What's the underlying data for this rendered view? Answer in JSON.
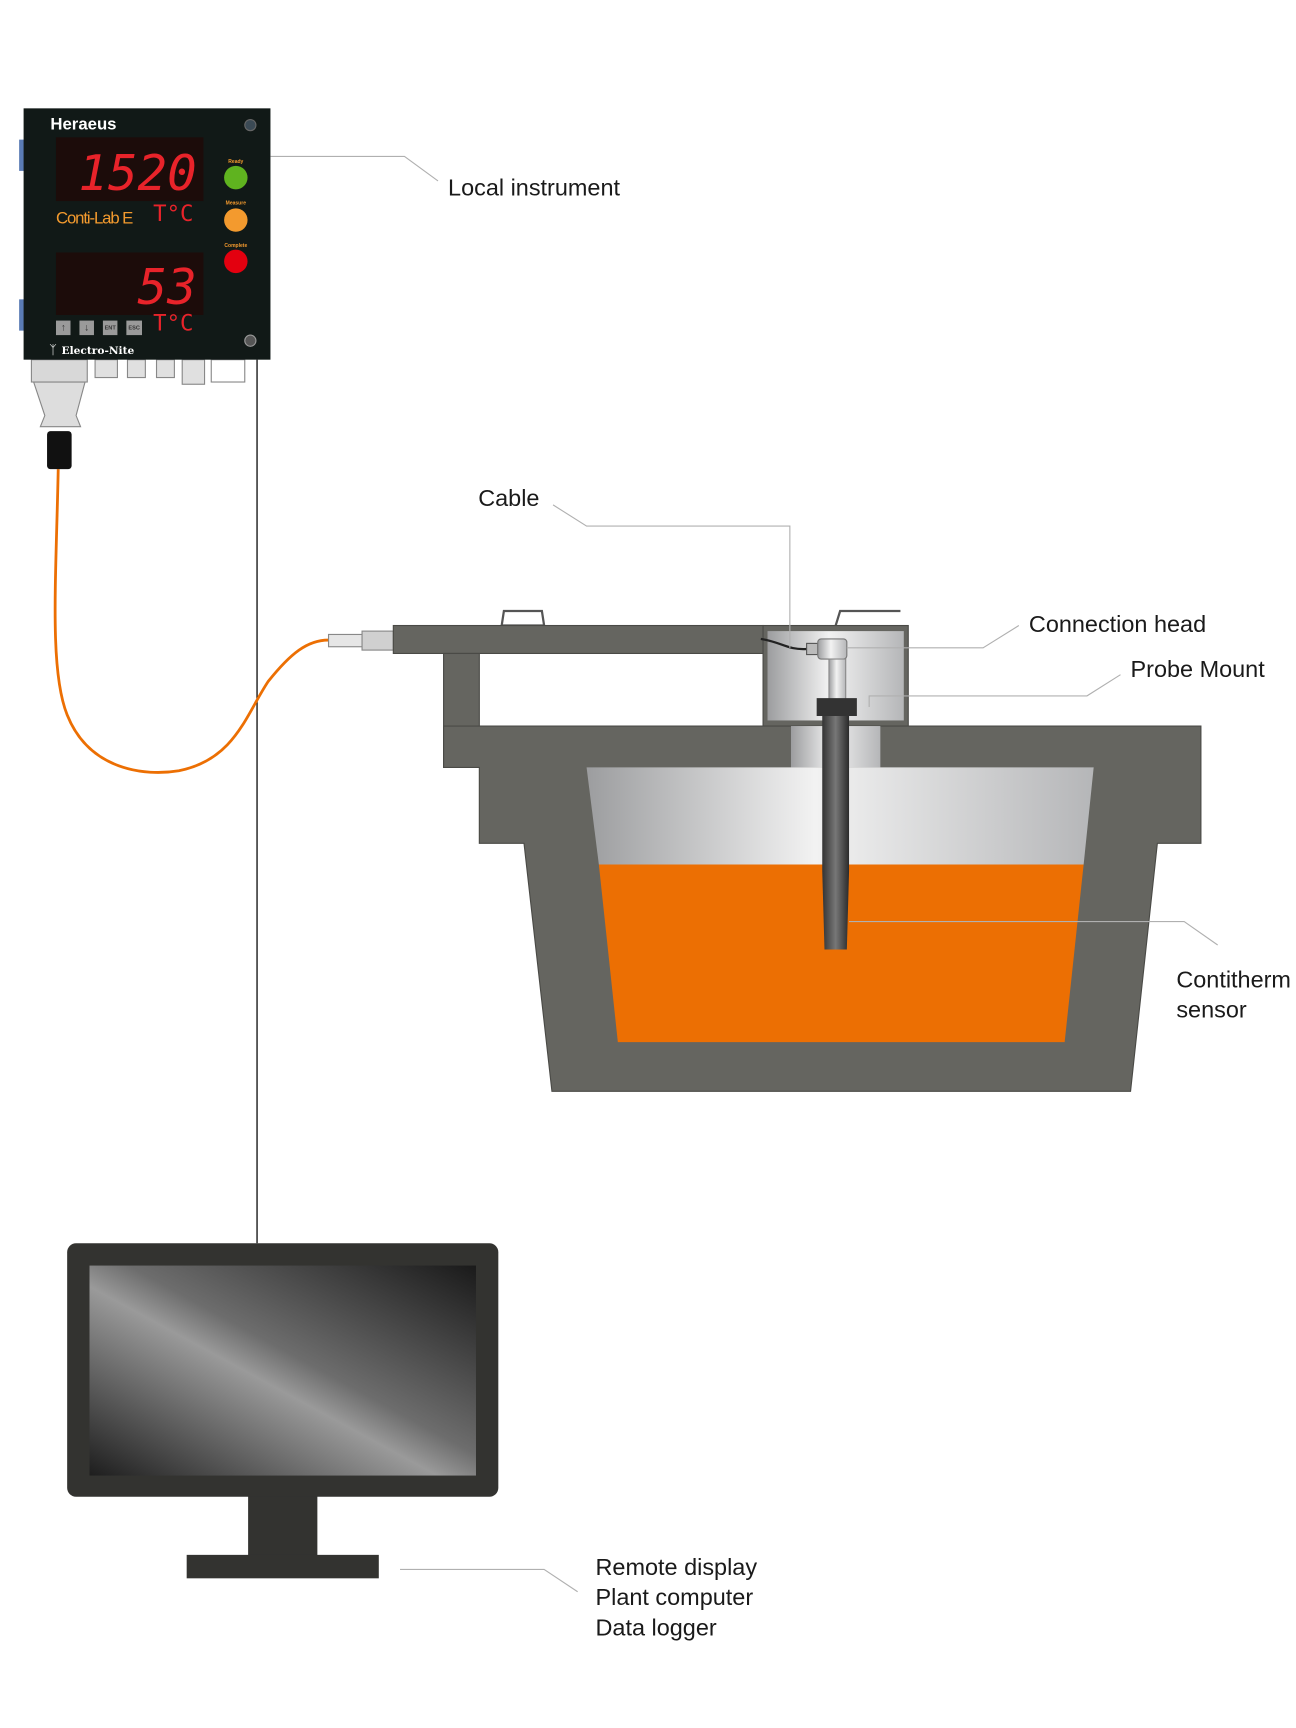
{
  "instrument": {
    "brand": "Heraeus",
    "model": "Conti-Lab E",
    "maker": "Electro-Nite",
    "display_top": "1520",
    "display_bottom": "53",
    "unit_top": "T°C",
    "unit_bottom": "T°C",
    "leds": [
      {
        "label": "Ready",
        "color": "#5fb31f"
      },
      {
        "label": "Measure",
        "color": "#f39a2e"
      },
      {
        "label": "Complete",
        "color": "#e3000f"
      }
    ],
    "buttons": [
      "↑",
      "↓",
      "ENT",
      "ESC"
    ]
  },
  "labels": {
    "local_instrument": "Local instrument",
    "cable": "Cable",
    "connection_head": "Connection head",
    "probe_mount": "Probe Mount",
    "sensor_line1": "Contitherm",
    "sensor_line2": "sensor",
    "remote_line1": "Remote display",
    "remote_line2": "Plant computer",
    "remote_line3": "Data logger"
  },
  "colors": {
    "melt": "#ec6f03",
    "cable": "#ec6f03",
    "refractory": "#656560"
  }
}
